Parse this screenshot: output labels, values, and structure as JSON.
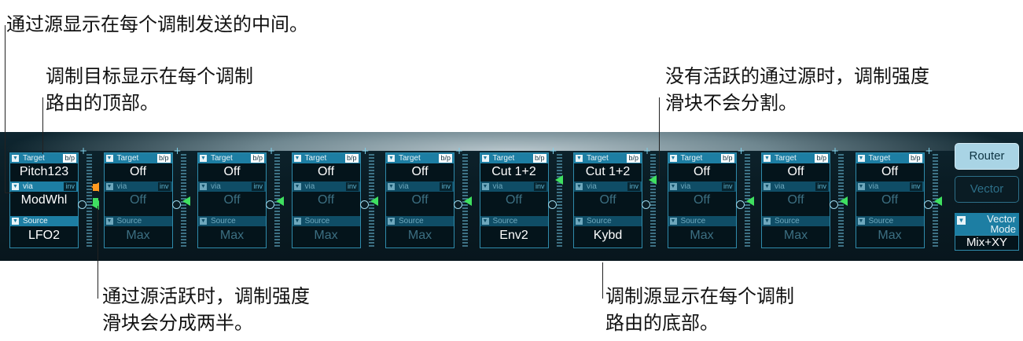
{
  "callouts": {
    "via_middle": "通过源显示在每个调制发送的中间。",
    "target_top": "调制目标显示在每个调制\n路由的顶部。",
    "no_via": "没有活跃的通过源时，调制强度\n滑块不会分割。",
    "via_active": "通过源活跃时，调制强度\n滑块会分成两半。",
    "source_bottom": "调制源显示在每个调制\n路由的底部。"
  },
  "router": {
    "target_label": "Target",
    "bp_label": "b/p",
    "via_label": "via",
    "inv_label": "inv",
    "source_label": "Source",
    "plus": "+",
    "slots": [
      {
        "target": "Pitch123",
        "via": "ModWhl",
        "source": "LFO2",
        "via_active": true,
        "active": true
      },
      {
        "target": "Off",
        "via": "Off",
        "source": "Max",
        "via_active": false,
        "active": false
      },
      {
        "target": "Off",
        "via": "Off",
        "source": "Max",
        "via_active": false,
        "active": false
      },
      {
        "target": "Off",
        "via": "Off",
        "source": "Max",
        "via_active": false,
        "active": false
      },
      {
        "target": "Off",
        "via": "Off",
        "source": "Max",
        "via_active": false,
        "active": false
      },
      {
        "target": "Cut 1+2",
        "via": "Off",
        "source": "Env2",
        "via_active": false,
        "active": true
      },
      {
        "target": "Cut 1+2",
        "via": "Off",
        "source": "Kybd",
        "via_active": false,
        "active": true
      },
      {
        "target": "Off",
        "via": "Off",
        "source": "Max",
        "via_active": false,
        "active": false
      },
      {
        "target": "Off",
        "via": "Off",
        "source": "Max",
        "via_active": false,
        "active": false
      },
      {
        "target": "Off",
        "via": "Off",
        "source": "Max",
        "via_active": false,
        "active": false
      }
    ]
  },
  "side_panel": {
    "router_button": "Router",
    "vector_button": "Vector",
    "vector_mode_line1": "Vector",
    "vector_mode_line2": "Mode",
    "vector_mode_value": "Mix+XY"
  },
  "colors": {
    "accent": "#1d7ea3",
    "active_slider": "#3fe060",
    "via_slider": "#ff9a20",
    "panel_bg": "#0a1c24"
  }
}
